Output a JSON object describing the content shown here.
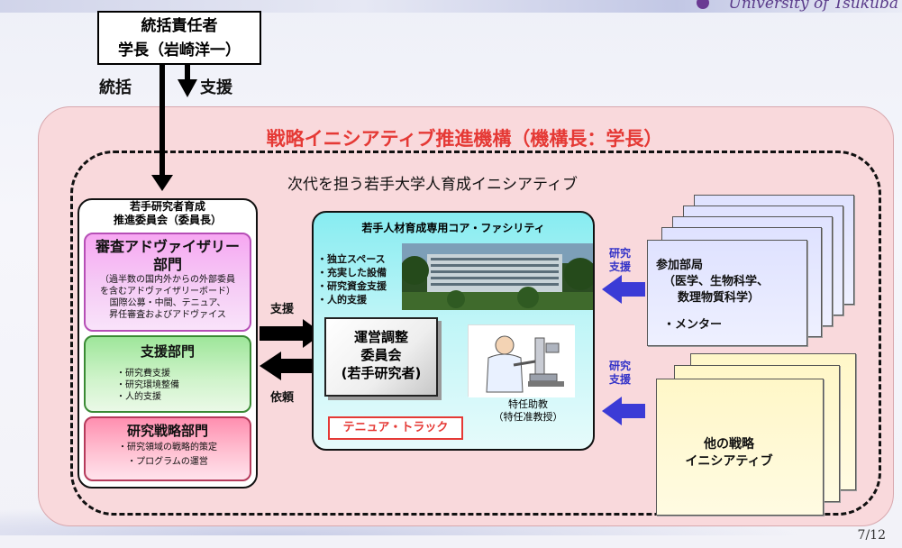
{
  "header": {
    "university": "University of Tsukuba"
  },
  "leader": {
    "line1": "統括責任者",
    "line2": "学長（岩崎洋一）"
  },
  "arrows_top": {
    "left_label": "統括",
    "right_label": "支援"
  },
  "organization": {
    "title": "戦略イニシアティブ推進機構（機構長：学長）"
  },
  "initiative": {
    "title": "次代を担う若手大学人育成イニシアティブ"
  },
  "committee": {
    "title1": "若手研究者育成",
    "title2": "推進委員会（委員長）",
    "advisory": {
      "head1": "審査アドヴァイザリー",
      "head2": "部門",
      "lines": [
        "（過半数の国内外からの外部委員",
        "を含むアドヴァイザリーボード）",
        "国際公募・中間、テニュア、",
        "昇任審査およびアドヴァイス"
      ]
    },
    "support": {
      "head": "支援部門",
      "lines": [
        "・研究費支援",
        "・研究環境整備",
        "・人的支援"
      ]
    },
    "strategy": {
      "head": "研究戦略部門",
      "lines": [
        "・研究領域の戦略的策定",
        "・プログラムの運営"
      ]
    }
  },
  "mid_labels": {
    "support": "支援",
    "request": "依頼"
  },
  "core": {
    "title": "若手人材育成専用コア・ファシリティ",
    "features": [
      "・独立スペース",
      "・充実した設備",
      "・研究資金支援",
      "・人的支援"
    ],
    "steering": {
      "line1": "運営調整",
      "line2": "委員会",
      "line3": "(若手研究者)"
    },
    "staff": {
      "line1": "特任助教",
      "line2": "（特任准教授）"
    },
    "tenure_track": "テニュア・トラック"
  },
  "research_support_label": {
    "line1": "研究",
    "line2": "支援"
  },
  "departments": {
    "title": "参加部局",
    "fields1": "（医学、生物科学、",
    "fields2": "数理物質科学）",
    "mentor": "・メンター"
  },
  "other_initiatives": {
    "line1": "他の戦略",
    "line2": "イニシアティブ"
  },
  "page": "7/12",
  "colors": {
    "org_fill": "#f9d9dc",
    "title_red": "#e53935",
    "core_cyan": "#87ecf1",
    "advisory_pink": "#f7a7f2",
    "support_green": "#9ee69a",
    "strategy_rose": "#ff8fb0",
    "arrow_blue": "#3b3bd6",
    "dept_lavender": "#dfe2ff",
    "other_yellow": "#fff7c8"
  }
}
